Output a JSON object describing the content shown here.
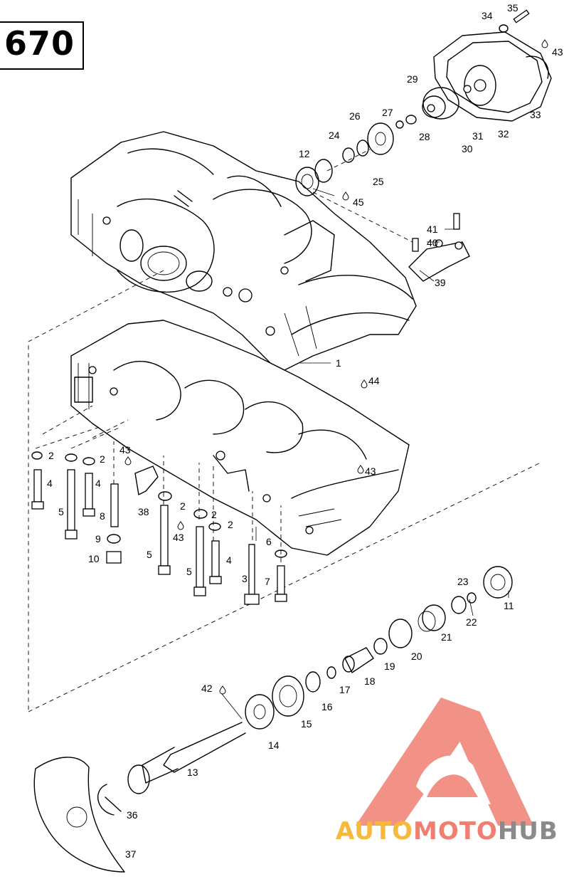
{
  "page": {
    "number": "670"
  },
  "callouts": {
    "c1": "1",
    "c2a": "2",
    "c2b": "2",
    "c2c": "2",
    "c2d": "2",
    "c2e": "2",
    "c3": "3",
    "c4a": "4",
    "c4b": "4",
    "c4c": "4",
    "c5a": "5",
    "c5b": "5",
    "c5c": "5",
    "c6": "6",
    "c7": "7",
    "c8": "8",
    "c9": "9",
    "c10": "10",
    "c11": "11",
    "c12": "12",
    "c13": "13",
    "c14": "14",
    "c15": "15",
    "c16": "16",
    "c17": "17",
    "c18": "18",
    "c19": "19",
    "c20": "20",
    "c21": "21",
    "c22": "22",
    "c23": "23",
    "c24": "24",
    "c25": "25",
    "c26": "26",
    "c27": "27",
    "c28": "28",
    "c29": "29",
    "c30": "30",
    "c31": "31",
    "c32": "32",
    "c33": "33",
    "c34": "34",
    "c35": "35",
    "c36": "36",
    "c37": "37",
    "c38": "38",
    "c39": "39",
    "c40": "40",
    "c41": "41",
    "c42": "42",
    "c43a": "43",
    "c43b": "43",
    "c43c": "43",
    "c43d": "43",
    "c44": "44",
    "c45": "45"
  },
  "watermark": {
    "part_a": "AUTO",
    "part_m": "MOTO",
    "part_h": "HUB",
    "colors": {
      "red": "#f07f72",
      "orange": "#f6b93c",
      "gray": "#8a8a8a"
    }
  }
}
